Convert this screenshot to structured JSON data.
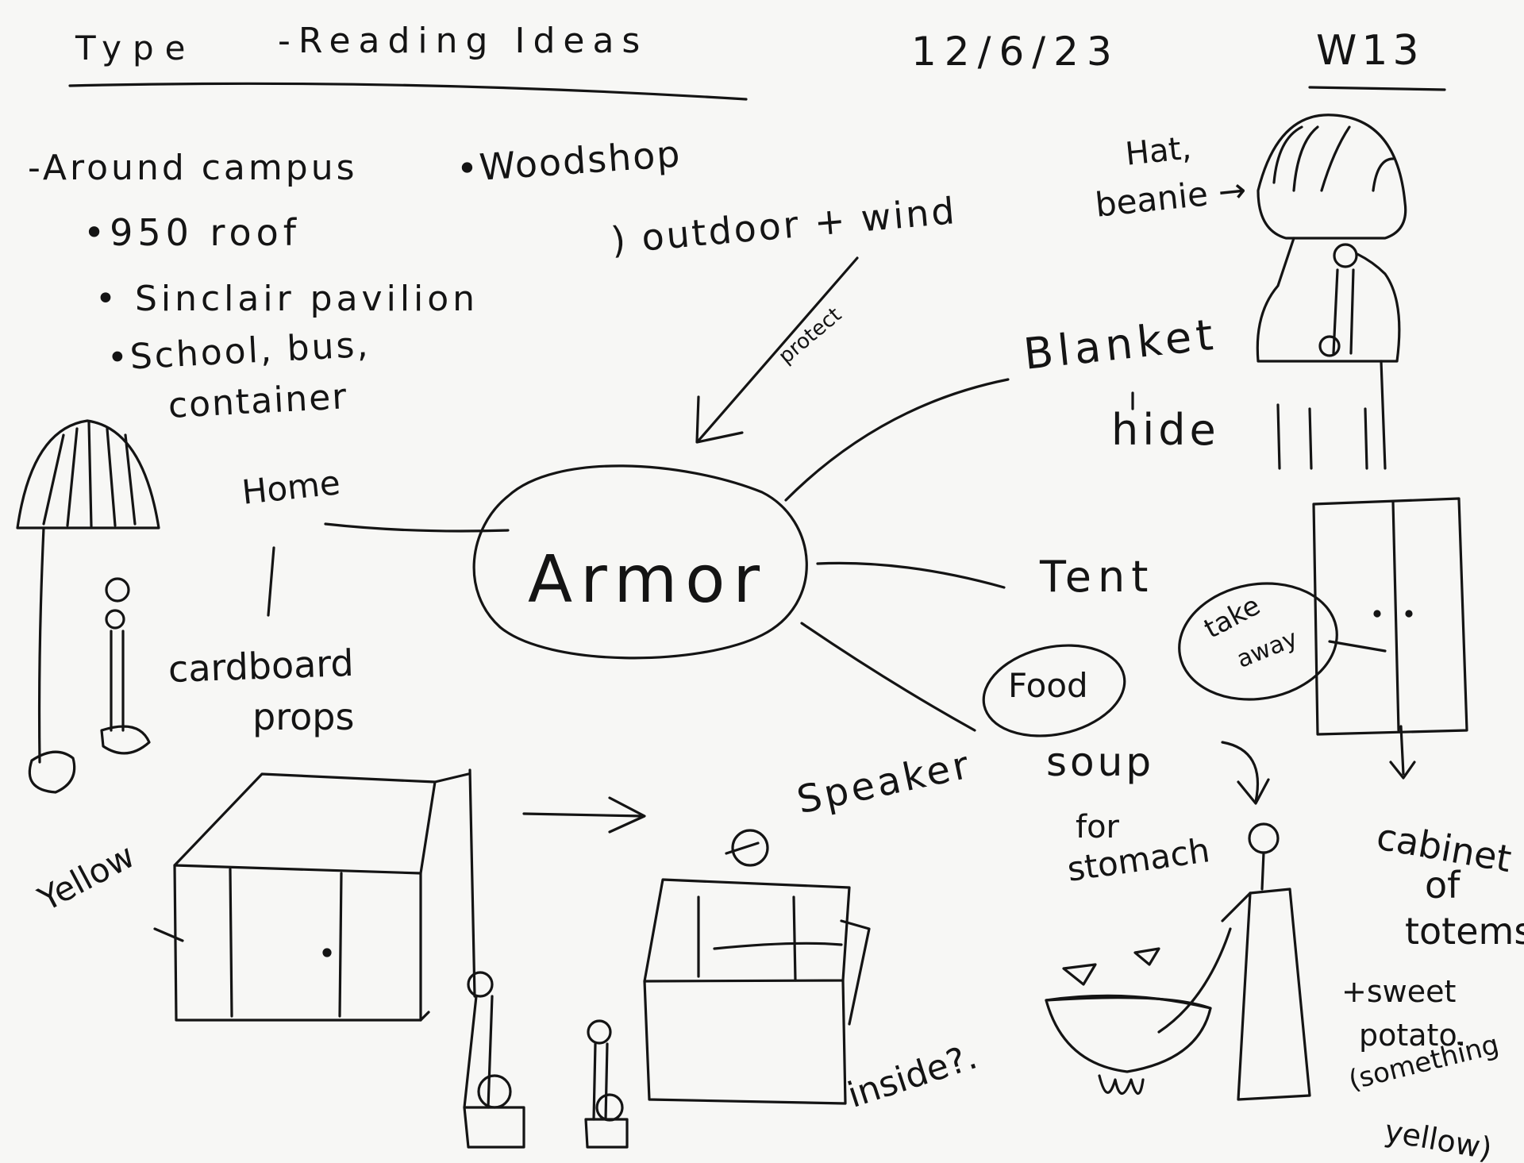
{
  "header": {
    "title_type": "Type",
    "title_rest": "-Reading  Ideas",
    "date": "12/6/23",
    "week": "W13"
  },
  "campus": {
    "heading": "-Around  campus",
    "items": [
      "•950 roof",
      "• Sinclair pavilion",
      "•School, bus,",
      "container"
    ],
    "woodshop": "•Woodshop",
    "outdoor_wind": ") outdoor + wind",
    "protect": "protect"
  },
  "mindmap": {
    "center": "Armor",
    "home": "Home",
    "cardboard_props": [
      "cardboard",
      "props"
    ],
    "blanket": "Blanket",
    "hide": "hide",
    "tent": "Tent",
    "speaker": "Speaker",
    "food": "Food",
    "soup": "soup",
    "for_stomach": [
      "for",
      "stomach"
    ],
    "take_away": [
      "take",
      "away"
    ],
    "cabinet_of_totems": [
      "cabinet",
      "of",
      "totems"
    ],
    "sweet_potato": [
      "+sweet",
      "potato.",
      "(something",
      "yellow)"
    ],
    "hat_beanie": [
      "Hat,",
      "beanie →"
    ],
    "yellow": "Yellow",
    "inside": "inside?."
  }
}
